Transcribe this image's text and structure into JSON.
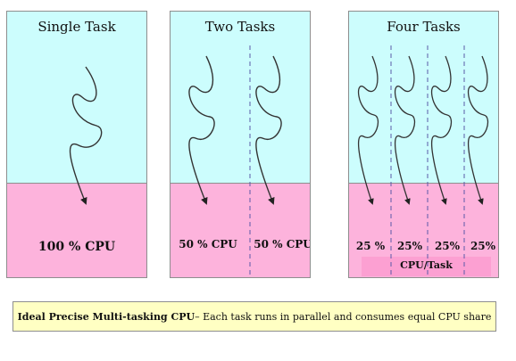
{
  "panels": {
    "single": {
      "title": "Single Task",
      "labels": [
        "100 % CPU"
      ]
    },
    "two": {
      "title": "Two Tasks",
      "labels": [
        "50 % CPU",
        "50 % CPU"
      ]
    },
    "four": {
      "title": "Four Tasks",
      "labels": [
        "25 %",
        "25%",
        "25%",
        "25%"
      ],
      "footer": "CPU/Task"
    }
  },
  "caption": {
    "bold": "Ideal Precise Multi-tasking CPU",
    "rest": " – Each task runs in parallel and consumes equal CPU share"
  },
  "colors": {
    "task_area": "#ccfdfd",
    "cpu_area": "#fdb3dc",
    "caption_bg": "#ffffc3",
    "divider": "#5a5aa8"
  }
}
